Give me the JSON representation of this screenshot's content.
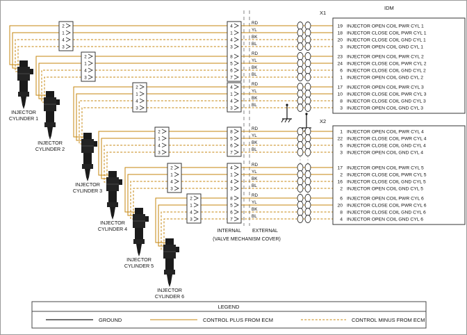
{
  "idm": {
    "title": "IDM",
    "x1_label": "X1",
    "x2_label": "X2"
  },
  "boundary": {
    "internal_label": "INTERNAL",
    "external_label": "EXTERNAL",
    "note": "(VALVE MECHANISM COVER)"
  },
  "legend": {
    "title": "LEGEND",
    "items": [
      {
        "label": "GROUND",
        "style": "ground"
      },
      {
        "label": "CONTROL PLUS FROM ECM",
        "style": "plus"
      },
      {
        "label": "CONTROL MINUS FROM ECM",
        "style": "minus"
      }
    ]
  },
  "wire_colors": {
    "plus": "#C6860E",
    "minus": "#C6860E",
    "ground": "#1a1a1a"
  },
  "injector_connector_pins": [
    "2",
    "1",
    "4",
    "3"
  ],
  "injectors": [
    {
      "line1": "INJECTOR",
      "line2": "CYLINDER 1"
    },
    {
      "line1": "INJECTOR",
      "line2": "CYLINDER 2"
    },
    {
      "line1": "INJECTOR",
      "line2": "CYLINDER 3"
    },
    {
      "line1": "INJECTOR",
      "line2": "CYLINDER 4"
    },
    {
      "line1": "INJECTOR",
      "line2": "CYLINDER 5"
    },
    {
      "line1": "INJECTOR",
      "line2": "CYLINDER 6"
    }
  ],
  "groups": [
    {
      "cylinder": 1,
      "idm_connector": "X1",
      "mid_pins": [
        "4",
        "1",
        "4",
        "3"
      ],
      "rows": [
        {
          "wire": "RD",
          "idm_pin": "19",
          "signal": "INJECTOR OPEN COIL PWR CYL 1",
          "polarity": "plus"
        },
        {
          "wire": "YL",
          "idm_pin": "18",
          "signal": "INJECTOR CLOSE COIL PWR CYL 1",
          "polarity": "plus"
        },
        {
          "wire": "BK",
          "idm_pin": "20",
          "signal": "INJECTOR CLOSE COIL GND CYL 1",
          "polarity": "minus"
        },
        {
          "wire": "BL",
          "idm_pin": "3",
          "signal": "INJECTOR OPEN COIL GND CYL 1",
          "polarity": "minus"
        }
      ]
    },
    {
      "cylinder": 2,
      "idm_connector": "X1",
      "mid_pins": [
        "8",
        "5",
        "6",
        "7"
      ],
      "rows": [
        {
          "wire": "RD",
          "idm_pin": "23",
          "signal": "INJECTOR OPEN COIL PWR CYL 2",
          "polarity": "plus"
        },
        {
          "wire": "YL",
          "idm_pin": "24",
          "signal": "INJECTOR CLOSE COIL PWR CYL 2",
          "polarity": "plus"
        },
        {
          "wire": "BK",
          "idm_pin": "6",
          "signal": "INJECTOR CLOSE COIL GND CYL 2",
          "polarity": "minus"
        },
        {
          "wire": "BL",
          "idm_pin": "1",
          "signal": "INJECTOR OPEN COIL GND CYL 2",
          "polarity": "minus"
        }
      ]
    },
    {
      "cylinder": 3,
      "idm_connector": "X1",
      "mid_pins": [
        "4",
        "1",
        "4",
        "3"
      ],
      "rows": [
        {
          "wire": "RD",
          "idm_pin": "17",
          "signal": "INJECTOR OPEN COIL PWR CYL 3",
          "polarity": "plus"
        },
        {
          "wire": "YL",
          "idm_pin": "10",
          "signal": "INJECTOR CLOSE COIL PWR CYL 3",
          "polarity": "plus"
        },
        {
          "wire": "BK",
          "idm_pin": "8",
          "signal": "INJECTOR CLOSE COIL GND CYL 3",
          "polarity": "minus"
        },
        {
          "wire": "BL",
          "idm_pin": "3",
          "signal": "INJECTOR OPEN COIL GND CYL 3",
          "polarity": "minus"
        }
      ]
    },
    {
      "cylinder": 4,
      "idm_connector": "X2",
      "mid_pins": [
        "8",
        "5",
        "6",
        "7"
      ],
      "rows": [
        {
          "wire": "RD",
          "idm_pin": "1",
          "signal": "INJECTOR OPEN COIL PWR CYL 4",
          "polarity": "plus"
        },
        {
          "wire": "YL",
          "idm_pin": "22",
          "signal": "INJECTOR CLOSE COIL PWR CYL 4",
          "polarity": "plus"
        },
        {
          "wire": "BK",
          "idm_pin": "5",
          "signal": "INJECTOR CLOSE COIL GND CYL 4",
          "polarity": "minus"
        },
        {
          "wire": "BL",
          "idm_pin": "3",
          "signal": "INJECTOR OPEN COIL GND CYL 4",
          "polarity": "minus"
        }
      ]
    },
    {
      "cylinder": 5,
      "idm_connector": "X2",
      "mid_pins": [
        "4",
        "1",
        "4",
        "3"
      ],
      "rows": [
        {
          "wire": "RD",
          "idm_pin": "17",
          "signal": "INJECTOR OPEN COIL PWR CYL 5",
          "polarity": "plus"
        },
        {
          "wire": "YL",
          "idm_pin": "2",
          "signal": "INJECTOR CLOSE COIL PWR CYL 5",
          "polarity": "plus"
        },
        {
          "wire": "BK",
          "idm_pin": "16",
          "signal": "INJECTOR CLOSE COIL GND CYL 5",
          "polarity": "minus"
        },
        {
          "wire": "BL",
          "idm_pin": "2",
          "signal": "INJECTOR OPEN COIL GND CYL 5",
          "polarity": "minus"
        }
      ]
    },
    {
      "cylinder": 6,
      "idm_connector": "X2",
      "mid_pins": [
        "8",
        "5",
        "6",
        "7"
      ],
      "rows": [
        {
          "wire": "RD",
          "idm_pin": "6",
          "signal": "INJECTOR OPEN COIL PWR CYL 6",
          "polarity": "plus"
        },
        {
          "wire": "YL",
          "idm_pin": "20",
          "signal": "INJECTOR CLOSE COIL PWR CYL 6",
          "polarity": "plus"
        },
        {
          "wire": "BK",
          "idm_pin": "8",
          "signal": "INJECTOR CLOSE COIL GND CYL 6",
          "polarity": "minus"
        },
        {
          "wire": "BL",
          "idm_pin": "4",
          "signal": "INJECTOR OPEN COIL GND CYL 6",
          "polarity": "minus"
        }
      ]
    }
  ]
}
